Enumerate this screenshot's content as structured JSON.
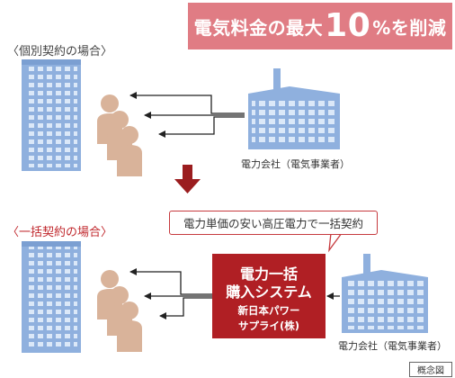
{
  "banner": {
    "prefix": "電気料金の最大",
    "number": "10",
    "suffix": "%を削減"
  },
  "top_section": {
    "label": "〈個別契約の場合〉",
    "supplier_caption": "電力会社（電気事業者）"
  },
  "bottom_section": {
    "label": "〈一括契約の場合〉",
    "callout": "電力単価の安い高圧電力で一括契約",
    "system_box": {
      "line1": "電力一括",
      "line2": "購入システム",
      "line3": "新日本パワー",
      "line4": "サプライ(株)"
    },
    "supplier_caption": "電力会社（電気事業者）"
  },
  "footer": {
    "concept_label": "概念図"
  },
  "colors": {
    "banner_bg": "#e07c84",
    "accent_red": "#b01f24",
    "building_blue": "#8fb0de",
    "person_tan": "#d9b39a",
    "arrow_dark": "#9b1d1f"
  }
}
